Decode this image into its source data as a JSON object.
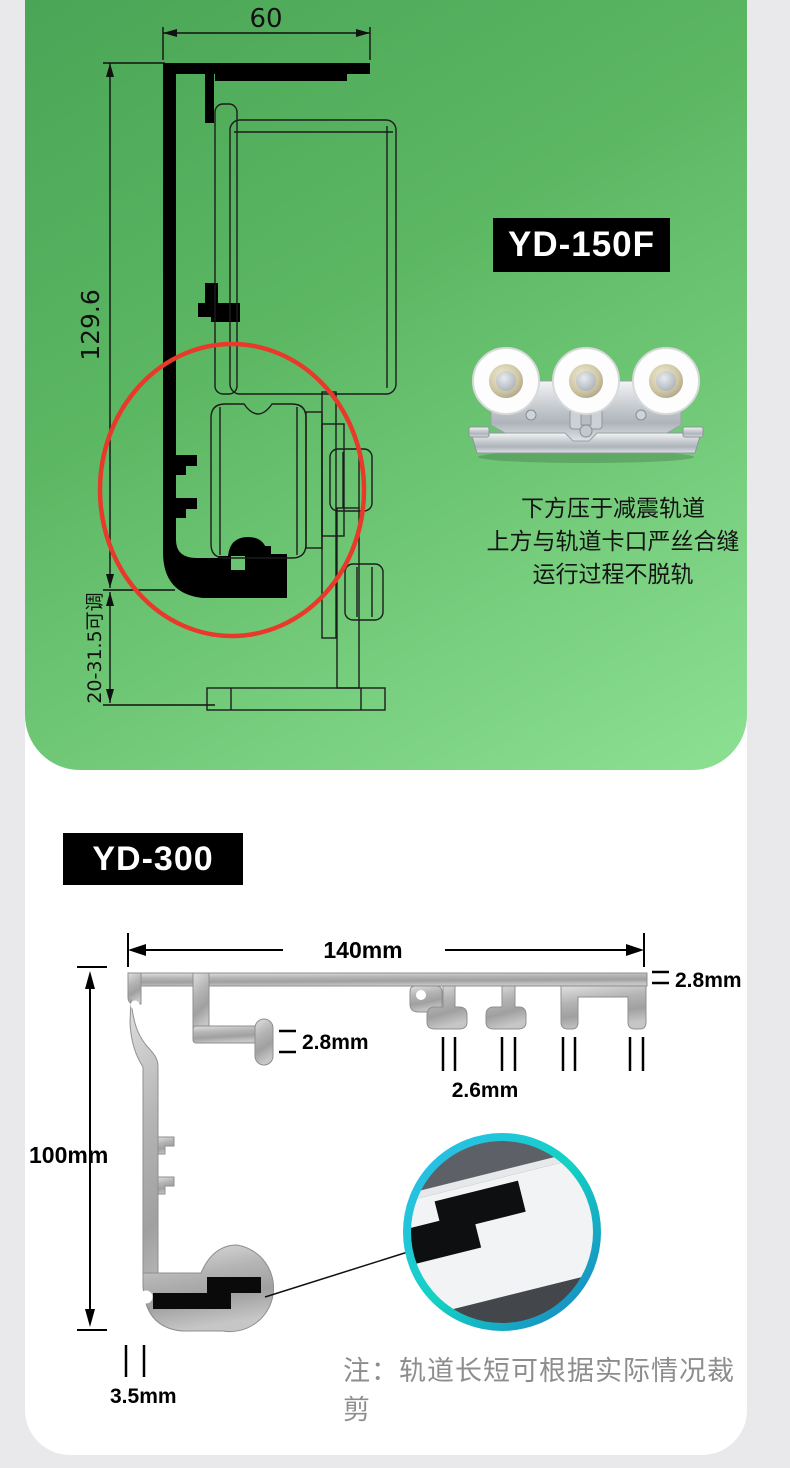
{
  "top_section": {
    "model_label": "YD-150F",
    "dims": {
      "top_width": "60",
      "height": "129.6",
      "adjust_range": "20-31.5可调"
    },
    "desc_lines": {
      "0": "下方压于减震轨道",
      "1": "上方与轨道卡口严丝合缝",
      "2": "运行过程不脱轨"
    }
  },
  "bottom_section": {
    "model_label": "YD-300",
    "dims": {
      "total_width": "140mm",
      "flange_thickness": "2.8mm",
      "arm_thickness": "2.8mm",
      "slot_wall": "2.6mm",
      "total_height": "100mm",
      "foot_thickness": "3.5mm"
    },
    "note": "注：轨道长短可根据实际情况裁剪"
  },
  "colors": {
    "panel_green_dark": "#4aa656",
    "panel_green_light": "#8ce092",
    "badge_black": "#000000",
    "highlight_red": "#e8392b",
    "detail_ring_cyan": "#2fb9ef",
    "detail_ring_teal": "#12d3c3",
    "note_gray": "#8d8d8d",
    "aluminum_light": "#dcdcdc",
    "aluminum_dark": "#a2a2a2"
  }
}
